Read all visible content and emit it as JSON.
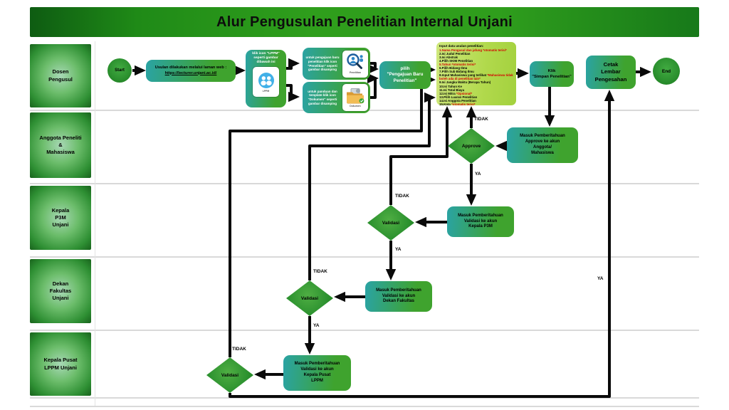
{
  "header": {
    "title": "Alur Pengusulan Penelitian Internal Unjani"
  },
  "lanes": [
    {
      "label": "Dosen\nPengusul"
    },
    {
      "label": "Anggota Peneliti\n&\nMahasiswa"
    },
    {
      "label": "Kepala\nP3M\nUnjani"
    },
    {
      "label": "Dekan\nFakultas\nUnjani"
    },
    {
      "label": "Kepala Pusat\nLPPM Unjani"
    }
  ],
  "labels": {
    "yes": "YA",
    "no": "TIDAK"
  },
  "nodes": {
    "start": {
      "label": "Start"
    },
    "end": {
      "label": "End"
    },
    "usulan": {
      "text": "Usulan dilakukan melalui laman web :",
      "link": "https://lecturer.unjani.ac.id/"
    },
    "lppm": {
      "text": "klik icon \"LPPM\" seperti gambar dibawah ini",
      "icon_caption": "LPPM"
    },
    "penelitian": {
      "text": "untuk pengajuan baru penelitian klik icon \"Penelitian\" seperti gambar disamping",
      "icon_caption": "Penelitian"
    },
    "dokumen": {
      "text": "untuk panduan dan template klik icon \"Dokumen\" seperti gambar disamping",
      "icon_caption": "Dokumen"
    },
    "pilih": {
      "text": "pilih\n\"Pengajuan Baru\nPenelitian\""
    },
    "simpan": {
      "text": "Klik\n\"Simpan Penelitian\""
    },
    "cetak": {
      "text": "Cetak\nLembar\nPengesahan"
    },
    "approve": {
      "label": "Approve"
    },
    "validasi_p3m": {
      "label": "Validasi"
    },
    "validasi_dekan": {
      "label": "Validasi"
    },
    "validasi_lppm": {
      "label": "Validasi"
    },
    "notif_approve": {
      "text": "Masuk Pemberitahuan\nApprove ke akun\nAnggota/\nMahasiswa"
    },
    "notif_p3m": {
      "text": "Masuk Pemberitahuan\nValidasi ke akun\nKepala P3M"
    },
    "notif_dekan": {
      "text": "Masuk Pemberitahuan\nValidasi ke akun\nDekan Fakultas"
    },
    "notif_lppm": {
      "text": "Masuk Pemberitahuan\nValidasi ke akun\nKepala Pusat\nLPPM"
    },
    "input_box": {
      "title": "Input data usulan penelitian:",
      "items": [
        {
          "t": "",
          "r": "1.Nama Pengusul dan jafung *otomatis terisi*"
        },
        {
          "t": "2.Isi Judul Penelitian",
          "r": ""
        },
        {
          "t": "3.Isi Abstrak",
          "r": ""
        },
        {
          "t": "4.Pilih SKIM Penelitian",
          "r": ""
        },
        {
          "t": "",
          "r": "5.Tahun *otomatis terisi*"
        },
        {
          "t": "6.Pilih Bidang Ilmu",
          "r": ""
        },
        {
          "t": "7.Pilih Sub Bidang Ilmu",
          "r": ""
        },
        {
          "t": "8.Input Mahasiswa yang terlibat ",
          "r": "*Mahasiswa tidak boleh ada di penelitian lain*"
        },
        {
          "t": "9.Isi Jangka Waktu (Berapa Tahun)",
          "r": ""
        },
        {
          "t": "10.Isi Tahun Ke",
          "r": ""
        },
        {
          "t": "11.Isi Total Biaya",
          "r": ""
        },
        {
          "t": "12.Isi Mitra ",
          "r": "*Opsional*"
        },
        {
          "t": "13.Pilih Luaran Penelitian",
          "r": ""
        },
        {
          "t": "14.Isi Anggota Penelitian",
          "r": ""
        },
        {
          "t": "15.Kota ",
          "r": "*otomatis terisi*"
        }
      ]
    }
  },
  "colors": {
    "banner_green_dark": "#0e5c12",
    "banner_green": "#2f9e1c",
    "node_teal": "#2aa3a4",
    "node_green": "#3fa32e",
    "diamond_green": "#2f9431",
    "input_bg": "#b1d94c",
    "alert_red": "#d40000",
    "connector_black": "#0a0a0a"
  }
}
